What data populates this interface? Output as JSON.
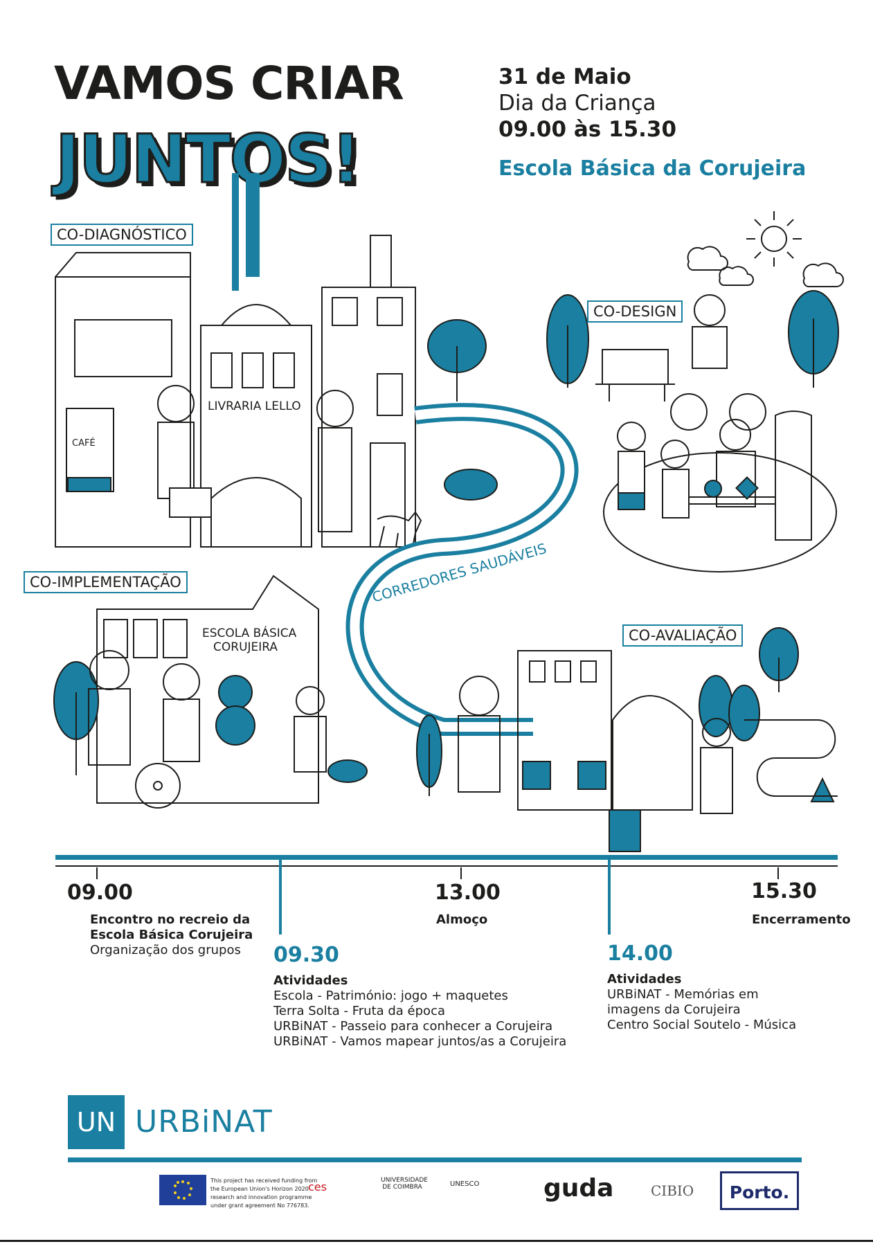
{
  "header": {
    "title_line1": "VAMOS CRIAR",
    "title_line2": "JUNTOS!",
    "date": "31 de Maio",
    "occasion": "Dia da Criança",
    "hours": "09.00 às 15.30",
    "venue": "Escola Básica da Corujeira"
  },
  "illustration": {
    "stage_labels": [
      "CO-DIAGNÓSTICO",
      "CO-DESIGN",
      "CO-IMPLEMENTAÇÃO",
      "CO-AVALIAÇÃO"
    ],
    "path_label": "CORREDORES SAUDÁVEIS",
    "bookstore_sign": "LIVRARIA LELLO",
    "cafe_sign": "CAFÉ",
    "school_sign_line1": "ESCOLA BÁSICA",
    "school_sign_line2": "CORUJEIRA"
  },
  "timeline": {
    "items": [
      {
        "time": "09.00",
        "title_line1": "Encontro no recreio da",
        "title_line2": "Escola Básica Corujeira",
        "detail": "Organização dos grupos"
      },
      {
        "time": "09.30",
        "title": "Atividades",
        "lines": [
          "Escola - Património: jogo + maquetes",
          "Terra Solta - Fruta da época",
          "URBiNAT - Passeio para conhecer a Corujeira",
          "URBiNAT - Vamos mapear juntos/as a Corujeira"
        ]
      },
      {
        "time": "13.00",
        "title": "Almoço"
      },
      {
        "time": "14.00",
        "title": "Atividades",
        "lines": [
          "URBiNAT - Memórias em",
          "imagens da Corujeira",
          "Centro Social Soutelo - Música"
        ]
      },
      {
        "time": "15.30",
        "title": "Encerramento"
      }
    ]
  },
  "footer": {
    "logo_mark": "UN",
    "logo_name": "URBiNAT",
    "eu_text": [
      "This project has received funding from",
      "the European Union's Horizon 2020",
      "research and innovation programme",
      "under grant agreement No 776783."
    ],
    "sponsors": [
      "ces",
      "UNIVERSIDADE DE COIMBRA",
      "UNESCO",
      "guda",
      "CIBIO",
      "Porto."
    ]
  },
  "colors": {
    "accent": "#1a7fa0",
    "ink": "#1d1d1b"
  }
}
